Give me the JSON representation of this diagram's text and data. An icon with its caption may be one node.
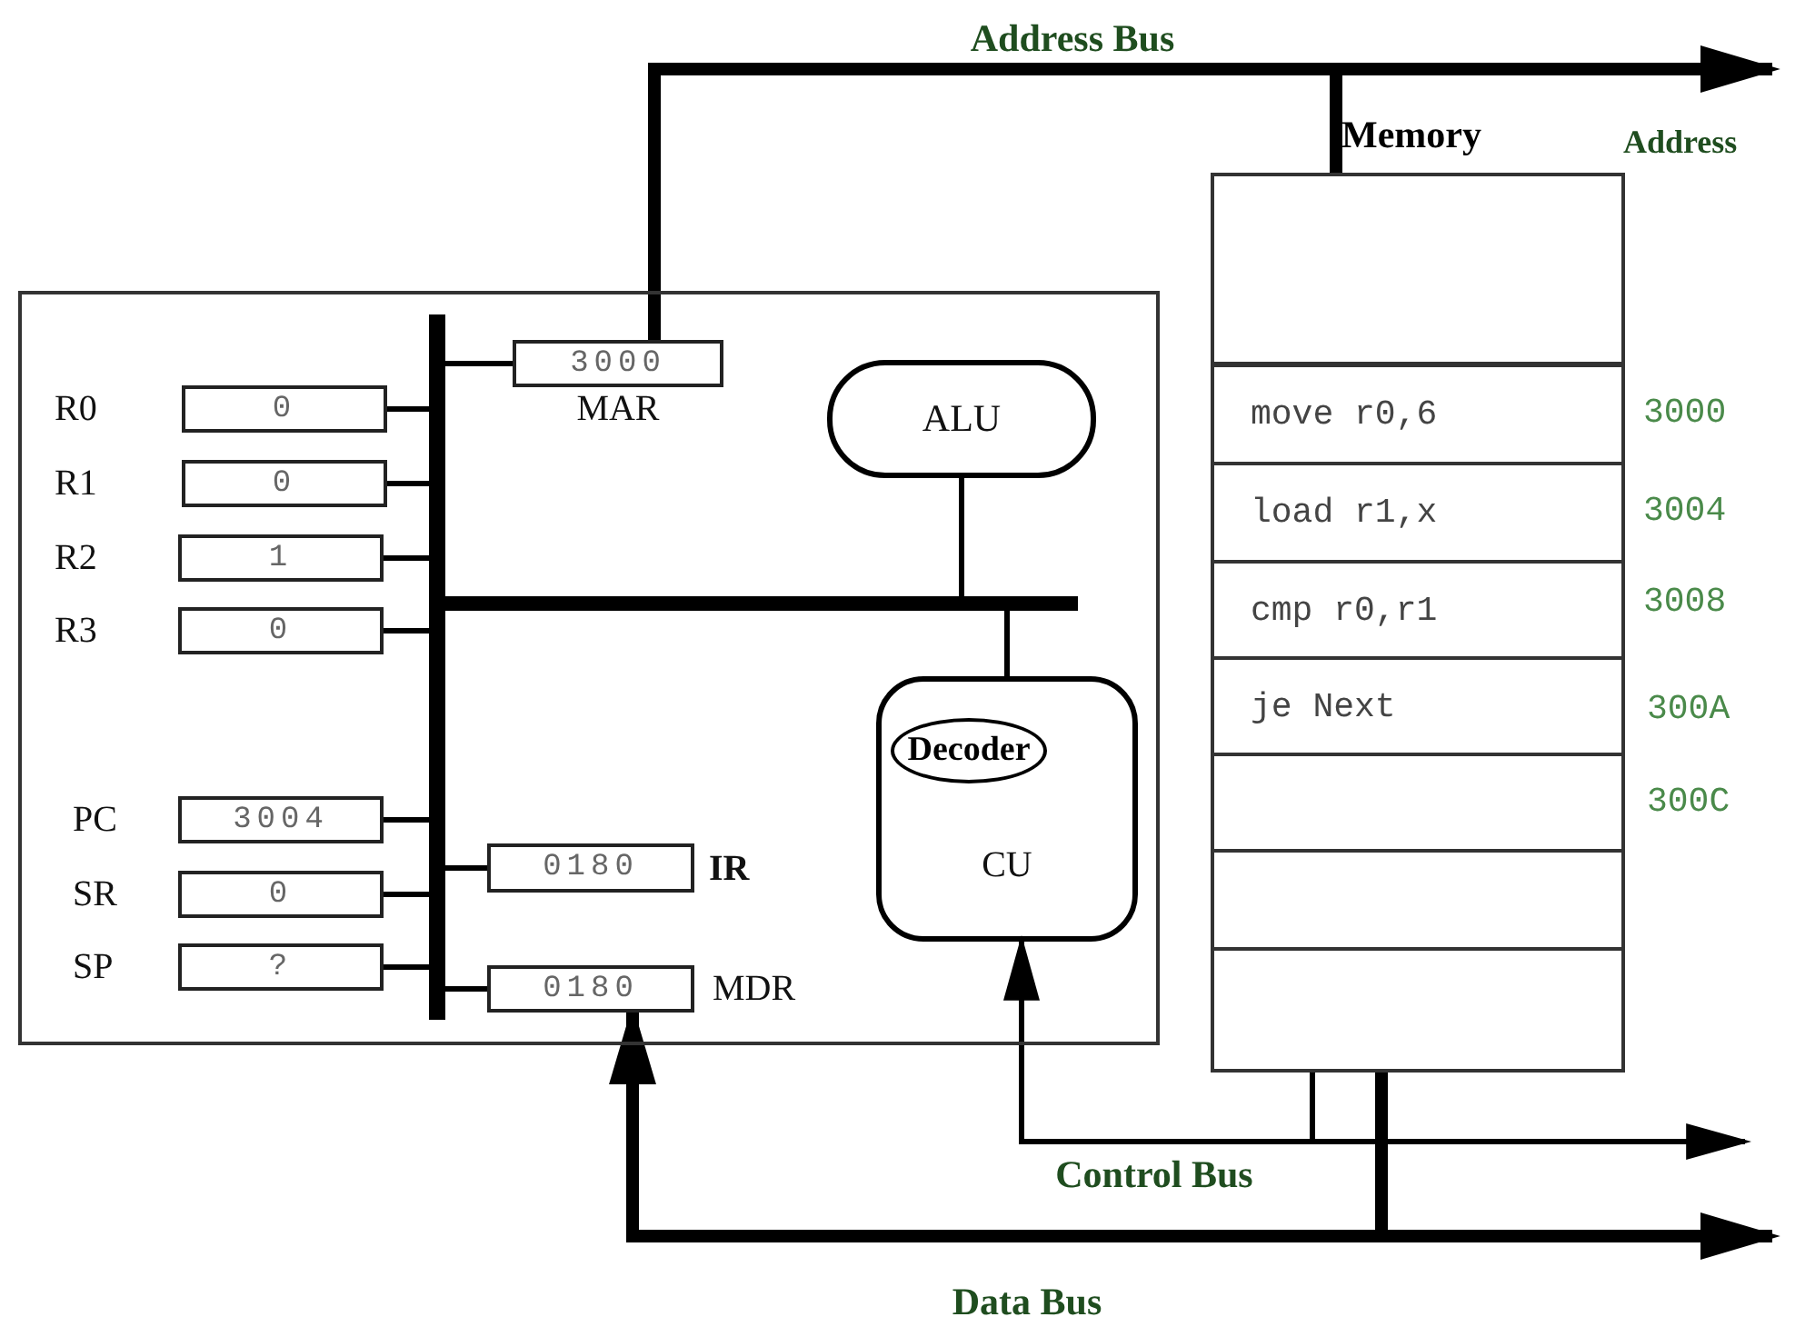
{
  "diagram": {
    "nodes": [
      {
        "text": [],
        "shape": "box"
      },
      {
        "text": [
          "3000"
        ],
        "beside": [
          "MAR"
        ],
        "in": 0
      },
      {
        "text": [
          "0"
        ],
        "beside": [
          "R0"
        ],
        "in": 0
      },
      {
        "text": [
          "0"
        ],
        "beside": [
          "R1"
        ],
        "in": 0
      },
      {
        "text": [
          "1"
        ],
        "beside": [
          "R2"
        ],
        "in": 0
      },
      {
        "text": [
          "0"
        ],
        "beside": [
          "R3"
        ],
        "in": 0
      },
      {
        "text": [
          "3004"
        ],
        "beside": [
          "PC"
        ],
        "in": 0
      },
      {
        "text": [
          "0"
        ],
        "beside": [
          "SR"
        ],
        "in": 0
      },
      {
        "text": [
          "?"
        ],
        "beside": [
          "SP"
        ],
        "in": 0
      },
      {
        "text": [
          "0180"
        ],
        "beside": [
          "IR"
        ],
        "in": 0
      },
      {
        "text": [
          "0180"
        ],
        "beside": [
          "MDR"
        ],
        "in": 0
      },
      {
        "text": [
          "ALU"
        ],
        "in": 0
      },
      {
        "text": [
          "CU"
        ],
        "in": 0
      },
      {
        "text": [
          "Decoder"
        ],
        "in": 12
      },
      {
        "text": [
          "Memory"
        ]
      },
      {
        "text": [],
        "shape": "box",
        "in": 14
      },
      {
        "text": [
          "move r0,6"
        ],
        "beside": [
          "3000"
        ],
        "in": 14
      },
      {
        "text": [
          "load r1,x"
        ],
        "beside": [
          "3004"
        ],
        "in": 14
      },
      {
        "text": [
          "cmp r0,r1"
        ],
        "beside": [
          "3008"
        ],
        "in": 14
      },
      {
        "text": [
          "je Next"
        ],
        "beside": [
          "300A"
        ],
        "in": 14
      },
      {
        "text": [],
        "shape": "box",
        "beside": [
          "300C"
        ],
        "in": 14
      },
      {
        "text": [],
        "shape": "box",
        "in": 14
      },
      {
        "text": [],
        "shape": "box",
        "in": 14
      },
      {
        "text": [],
        "shape": "bar",
        "in": 0
      },
      {
        "text": [],
        "shape": "bar",
        "in": 0
      }
    ],
    "edges": [
      {
        "from": 2,
        "to": 23,
        "arrow": "none"
      },
      {
        "from": 3,
        "to": 23,
        "arrow": "none"
      },
      {
        "from": 4,
        "to": 23,
        "arrow": "none"
      },
      {
        "from": 5,
        "to": 23,
        "arrow": "none"
      },
      {
        "from": 6,
        "to": 23,
        "arrow": "none"
      },
      {
        "from": 7,
        "to": 23,
        "arrow": "none"
      },
      {
        "from": 8,
        "to": 23,
        "arrow": "none"
      },
      {
        "from": 1,
        "to": 23,
        "arrow": "none"
      },
      {
        "from": 9,
        "to": 23,
        "arrow": "none"
      },
      {
        "from": 10,
        "to": 23,
        "arrow": "none"
      },
      {
        "from": 11,
        "to": 24,
        "arrow": "none"
      },
      {
        "from": 12,
        "to": 24,
        "arrow": "none"
      },
      {
        "from": 1,
        "to": null,
        "arrow": "to",
        "label": "Address Bus",
        "style": "thick"
      },
      {
        "from": 14,
        "to": null,
        "arrow": "none",
        "style": "thick"
      },
      {
        "from": 10,
        "to": null,
        "arrow": "both",
        "label": "Data Bus",
        "style": "thick"
      },
      {
        "from": 14,
        "to": null,
        "arrow": "none",
        "style": "thick"
      },
      {
        "from": 12,
        "to": null,
        "arrow": "both",
        "label": "Control Bus"
      },
      {
        "from": 14,
        "to": null,
        "arrow": "none"
      }
    ],
    "labels": [
      "Address"
    ]
  }
}
